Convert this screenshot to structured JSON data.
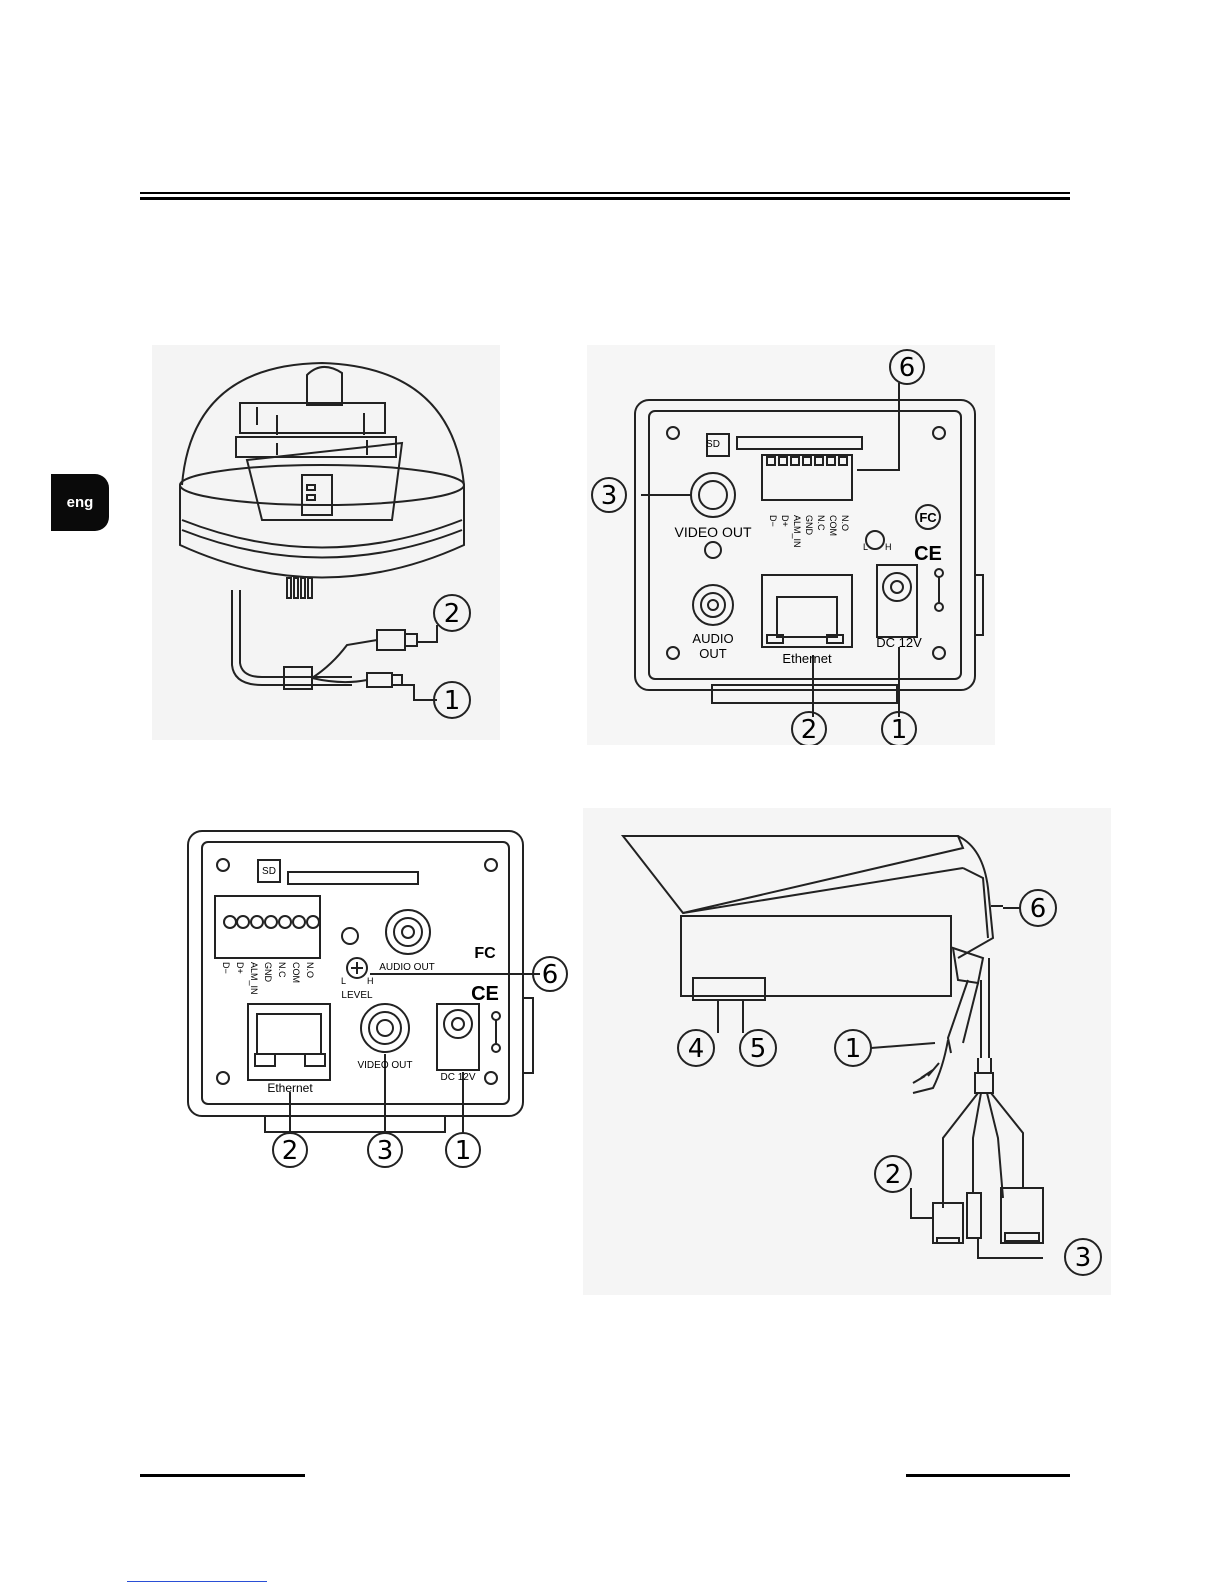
{
  "page": {
    "language_tab": "eng"
  },
  "figure_dome": {
    "callouts": [
      "2",
      "1"
    ]
  },
  "figure_box_a": {
    "labels": {
      "sd": "SD",
      "video_out": "VIDEO OUT",
      "audio_out_1": "AUDIO",
      "audio_out_2": "OUT",
      "ethernet": "Ethernet",
      "dc": "DC 12V",
      "fc": "FC",
      "ce": "CE",
      "terminals": [
        "D−",
        "D+",
        "ALM_IN",
        "GND",
        "N.C",
        "COM",
        "N.O"
      ],
      "level_l": "L",
      "level_h": "H"
    },
    "callouts": [
      "6",
      "3",
      "2",
      "1"
    ]
  },
  "figure_box_b": {
    "labels": {
      "sd": "SD",
      "audio_out": "AUDIO OUT",
      "video_out": "VIDEO OUT",
      "ethernet": "Ethernet",
      "dc": "DC 12V",
      "level": "LEVEL",
      "fc": "FC",
      "ce": "CE",
      "terminals": [
        "D−",
        "D+",
        "ALM_IN",
        "GND",
        "N.C",
        "COM",
        "N.O"
      ],
      "level_l": "L",
      "level_h": "H"
    },
    "callouts": [
      "6",
      "2",
      "3",
      "1"
    ]
  },
  "figure_housing": {
    "callouts": [
      "6",
      "4",
      "5",
      "1",
      "2",
      "3"
    ]
  }
}
